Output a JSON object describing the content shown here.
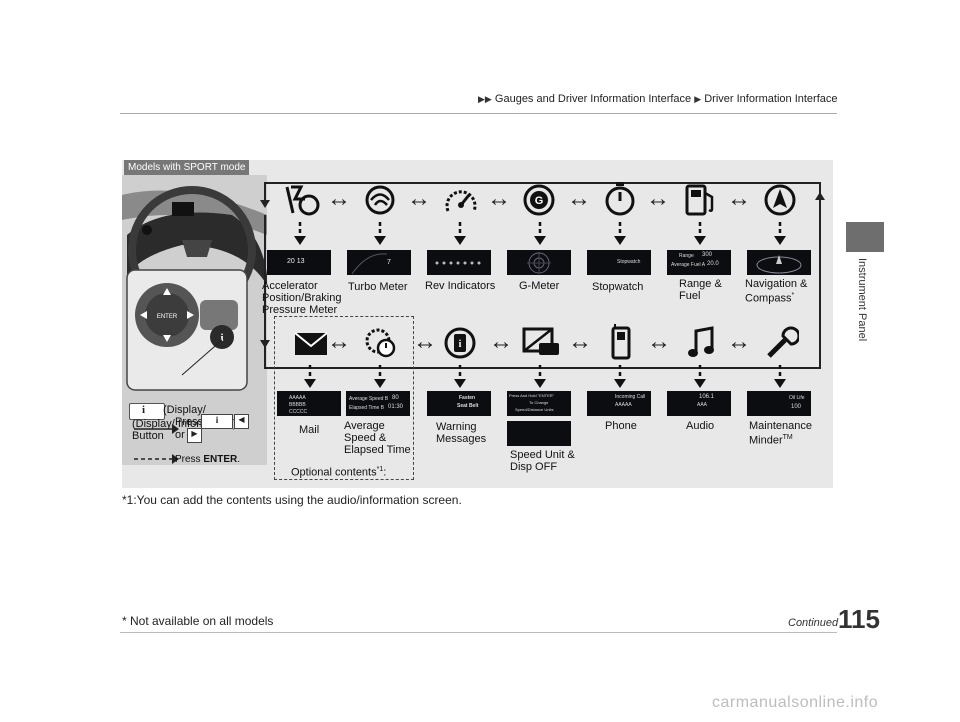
{
  "header": {
    "breadcrumb_1": "Gauges and Driver Information Interface",
    "breadcrumb_2": "Driver Information Interface"
  },
  "diagram": {
    "sport_tab": "Models with SPORT mode",
    "top_row_labels": {
      "accel": "Accelerator Position/Braking Pressure Meter",
      "turbo": "Turbo Meter",
      "rev": "Rev Indicators",
      "gmeter": "G-Meter",
      "stopwatch": "Stopwatch",
      "range": "Range & Fuel",
      "nav": "Navigation & Compass",
      "nav_star": "*"
    },
    "bottom_row_labels": {
      "mail": "Mail",
      "avg": "Average Speed & Elapsed Time",
      "warning": "Warning Messages",
      "speedunit": "Speed Unit & Disp OFF",
      "phone": "Phone",
      "audio": "Audio",
      "maintenance": "Maintenance Minder",
      "tm": "TM"
    },
    "optional_contents": "Optional contents",
    "optional_sup": "*1",
    "optional_colon": ":",
    "display_button": "(Display/ Information) Button",
    "press_label": "Press",
    "or_label": "or",
    "press_enter_prefix": "Press",
    "press_enter_key": "ENTER",
    "enter_btn": "ENTER",
    "screens": {
      "accel_nums": "20  13",
      "turbo_val": "7",
      "stopwatch": "Stopwatch",
      "range_line1": "Range",
      "range_val1": "300",
      "range_line2": "Average Fuel A",
      "range_val2": "20.0",
      "mail_1": "AAAAA",
      "mail_2": "BBBBB",
      "mail_3": "CCCCC",
      "avg_1": "Average Speed B",
      "avg_v1": "80",
      "avg_2": "Elapsed Time B",
      "avg_v2": "01:30",
      "warn_1": "Fasten",
      "warn_2": "Seat Belt",
      "su_1": "Press And Hold \"ENTER\"",
      "su_2": "To Change",
      "su_3": "Speed/Distance Units",
      "phone_1": "Incoming Call",
      "phone_2": "AAAAA",
      "audio_1": "106.1",
      "audio_2": "AAA",
      "oil_1": "Oil Life",
      "oil_2": "100"
    }
  },
  "note": "*1:You can add the contents using the audio/information screen.",
  "footer": {
    "not_available": "* Not available on all models",
    "continued": "Continued",
    "page_number": "115",
    "side_label": "Instrument Panel",
    "watermark": "carmanualsonline.info"
  },
  "colors": {
    "panel_bg": "#e8e8e8",
    "tab": "#777777",
    "side_tab": "#6e6e6e"
  }
}
